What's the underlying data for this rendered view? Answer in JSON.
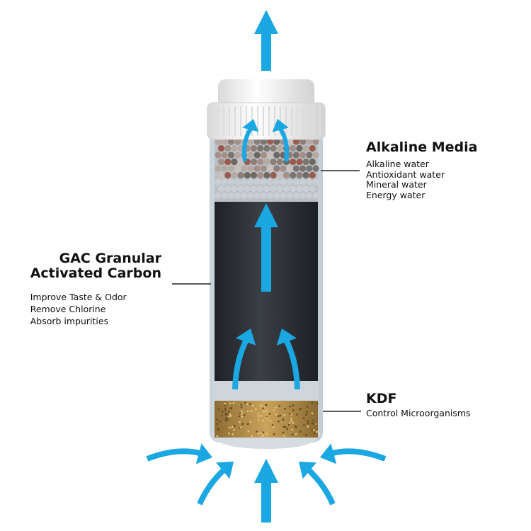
{
  "alkaline": {
    "title": "Alkaline Media",
    "items": [
      "Alkaline water",
      "Antioxidant water",
      "Mineral water",
      "Energy water"
    ]
  },
  "gac": {
    "title_line1": "GAC Granular",
    "title_line2": "Activated Carbon",
    "items": [
      "Improve Taste & Odor",
      "Remove Chlorine",
      "Absorb impurities"
    ]
  },
  "kdf": {
    "title": "KDF",
    "items": [
      "Control Microorganisms"
    ]
  },
  "colors": {
    "arrow": "#1aa7e2",
    "carbon": "#2a2d33",
    "kdf": "#b8924a",
    "cap": "#f4f4f4",
    "housing": "#dfe5ea"
  }
}
